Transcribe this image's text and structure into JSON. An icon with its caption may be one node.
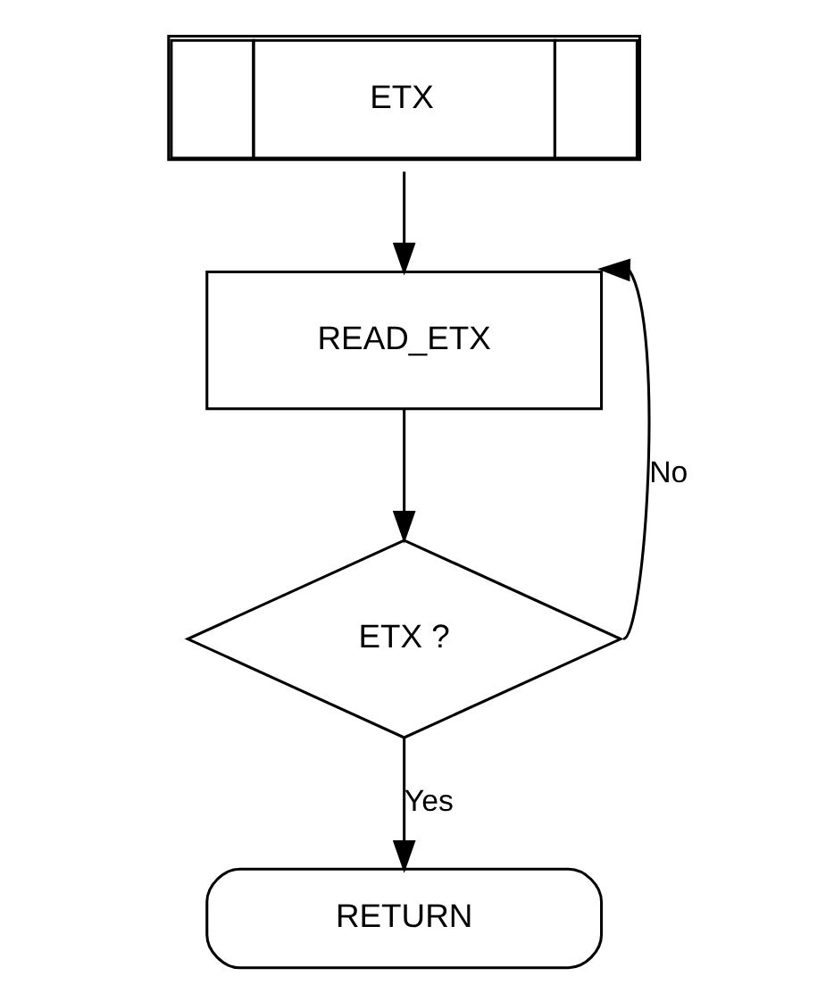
{
  "diagram": {
    "nodes": [
      {
        "text": [
          "ETX"
        ]
      },
      {
        "text": [
          "READ_ETX"
        ]
      },
      {
        "text": [
          "ETX ?"
        ]
      },
      {
        "text": [
          "RETURN"
        ]
      }
    ],
    "edges": [
      {
        "from": 0,
        "to": 1,
        "arrow": "to"
      },
      {
        "from": 1,
        "to": 2,
        "arrow": "to"
      },
      {
        "from": 2,
        "to": 1,
        "arrow": "to",
        "label": "No"
      },
      {
        "from": 2,
        "to": 3,
        "arrow": "to",
        "label": "Yes"
      }
    ]
  }
}
